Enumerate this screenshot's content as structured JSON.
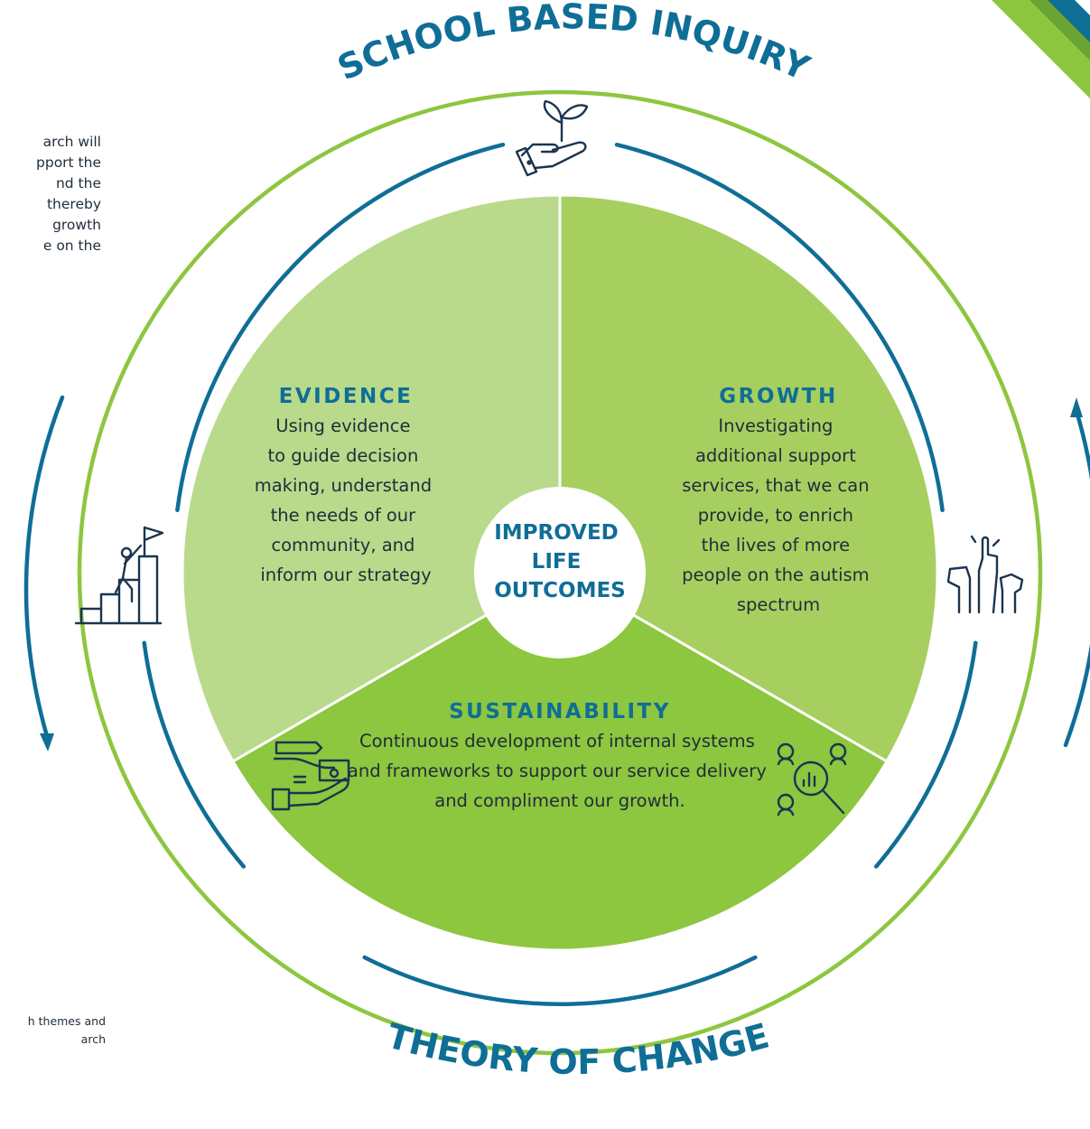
{
  "intro_lines": [
    "arch will",
    "pport the",
    "nd the",
    " thereby",
    "growth",
    "e on the"
  ],
  "footnote_lines": [
    "h themes and",
    "arch"
  ],
  "top_title": "SCHOOL BASED INQUIRY",
  "bottom_title": "THEORY OF CHANGE",
  "center": {
    "lines": [
      "IMPROVED",
      "LIFE",
      "OUTCOMES"
    ]
  },
  "sections": {
    "evidence": {
      "title": "EVIDENCE",
      "lines": [
        "Using evidence",
        "to guide decision",
        "making, understand",
        "the needs of our",
        "community, and",
        "inform our strategy"
      ],
      "color": "#b9da8b"
    },
    "growth": {
      "title": "GROWTH",
      "lines": [
        "Investigating",
        "additional support",
        "services, that we can",
        "provide, to enrich",
        "the lives of more",
        "people on the autism",
        "spectrum"
      ],
      "color": "#a6cf60"
    },
    "sustainability": {
      "title": "SUSTAINABILITY",
      "lines": [
        "Continuous development of internal systems",
        "and frameworks to support our service delivery",
        "and compliment our growth."
      ],
      "color": "#8dc63f"
    }
  },
  "colors": {
    "ring_outer": "#8dc63f",
    "ring_inner": "#0f6e96",
    "title": "#0f6e96",
    "icon_stroke": "#1a3550"
  },
  "icons": [
    "hand-plant-icon",
    "climb-flag-icon",
    "raised-hands-icon",
    "hands-tools-icon",
    "people-analytics-icon"
  ]
}
